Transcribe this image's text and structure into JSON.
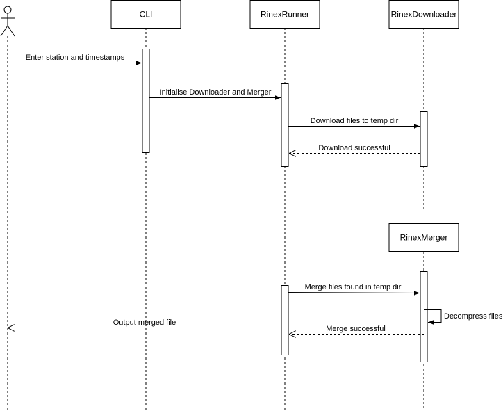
{
  "participants": {
    "user": {
      "label": ""
    },
    "cli": {
      "label": "CLI"
    },
    "runner": {
      "label": "RinexRunner"
    },
    "downloader": {
      "label": "RinexDownloader"
    },
    "merger": {
      "label": "RinexMerger"
    }
  },
  "messages": {
    "m1": {
      "label": "Enter station and timestamps"
    },
    "m2": {
      "label": "Initialise Downloader and Merger"
    },
    "m3": {
      "label": "Download files to temp dir"
    },
    "m4": {
      "label": "Download successful"
    },
    "m5": {
      "label": "Merge files found in temp dir"
    },
    "m6": {
      "label": "Decompress files"
    },
    "m7": {
      "label": "Merge successful"
    },
    "m8": {
      "label": "Output merged file"
    }
  }
}
